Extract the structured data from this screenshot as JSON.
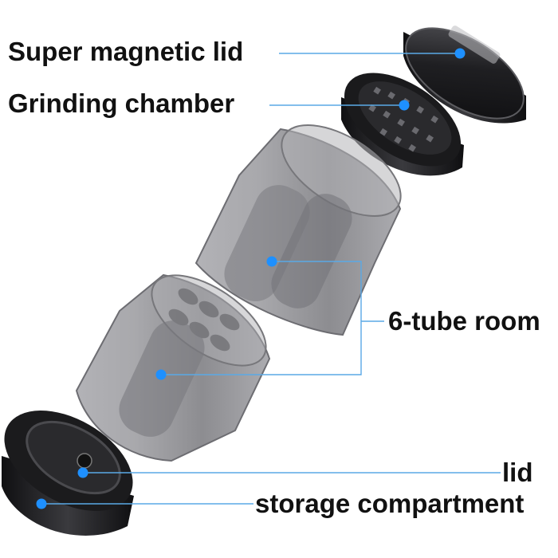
{
  "callouts": {
    "magnetic_lid": "Super magnetic lid",
    "grinding_chamber": "Grinding chamber",
    "tube_room": "6-tube room",
    "lid": "lid",
    "storage": "storage compartment"
  },
  "colors": {
    "marker": "#1e90ff",
    "leader": "#5aa9e6",
    "metal_dark": "#1c1c1e",
    "metal_edge": "#4a4a4e",
    "plastic": "#8f8f93"
  }
}
